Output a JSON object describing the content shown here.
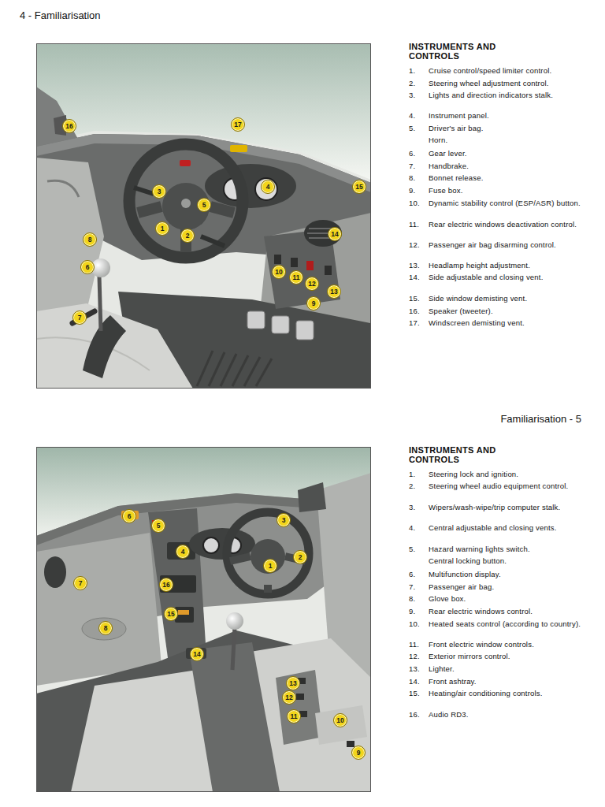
{
  "diagram": {
    "nodes": [
      {
        "text": [
          "16"
        ]
      },
      {
        "text": [
          "17"
        ]
      },
      {
        "text": [
          "3"
        ]
      },
      {
        "text": [
          "4"
        ]
      },
      {
        "text": [
          "15"
        ]
      },
      {
        "text": [
          "5"
        ]
      },
      {
        "text": [
          "1"
        ]
      },
      {
        "text": [
          "2"
        ]
      },
      {
        "text": [
          "8"
        ]
      },
      {
        "text": [
          "14"
        ]
      },
      {
        "text": [
          "6"
        ]
      },
      {
        "text": [
          "10"
        ]
      },
      {
        "text": [
          "11"
        ]
      },
      {
        "text": [
          "12"
        ]
      },
      {
        "text": [
          "13"
        ]
      },
      {
        "text": [
          "9"
        ]
      },
      {
        "text": [
          "7"
        ]
      },
      {
        "text": [
          "6"
        ]
      },
      {
        "text": [
          "3"
        ]
      },
      {
        "text": [
          "5"
        ]
      },
      {
        "text": [
          "4"
        ]
      },
      {
        "text": [
          "2"
        ]
      },
      {
        "text": [
          "1"
        ]
      },
      {
        "text": [
          "7"
        ]
      },
      {
        "text": [
          "16"
        ]
      },
      {
        "text": [
          "15"
        ]
      },
      {
        "text": [
          "8"
        ]
      },
      {
        "text": [
          "14"
        ]
      },
      {
        "text": [
          "13"
        ]
      },
      {
        "text": [
          "12"
        ]
      },
      {
        "text": [
          "11"
        ]
      },
      {
        "text": [
          "10"
        ]
      },
      {
        "text": [
          "9"
        ]
      }
    ],
    "labels": [
      "4 - Familiarisation",
      "INSTRUMENTS AND CONTROLS",
      "1.",
      "Cruise control/speed limiter control.",
      "2.",
      "Steering wheel adjustment control.",
      "3.",
      "Lights and direction indicators stalk.",
      "4.",
      "Instrument panel.",
      "5.",
      "Driver's air bag.",
      "Horn.",
      "6.",
      "Gear lever.",
      "7.",
      "Handbrake.",
      "8.",
      "Bonnet release.",
      "9.",
      "Fuse box.",
      "10.",
      "Dynamic stability control (ESP/ASR) button.",
      "11.",
      "Rear electric windows deactivation control.",
      "12.",
      "Passenger air bag disarming control.",
      "13.",
      "Headlamp height adjustment.",
      "14.",
      "Side adjustable and closing vent.",
      "15.",
      "Side window demisting vent.",
      "16.",
      "Speaker (tweeter).",
      "17.",
      "Windscreen demisting vent.",
      "Familiarisation - 5",
      "INSTRUMENTS AND CONTROLS",
      "1.",
      "Steering lock and ignition.",
      "2.",
      "Steering wheel audio equipment control.",
      "3.",
      "Wipers/wash-wipe/trip computer stalk.",
      "4.",
      "Central adjustable and closing vents.",
      "5.",
      "Hazard warning lights switch.",
      "Central locking button.",
      "6.",
      "Multifunction display.",
      "7.",
      "Passenger air bag.",
      "8.",
      "Glove box.",
      "9.",
      "Rear electric windows control.",
      "10.",
      "Heated seats control (according to country).",
      "11.",
      "Front electric window controls.",
      "12.",
      "Exterior mirrors control.",
      "13.",
      "Lighter.",
      "14.",
      "Front ashtray.",
      "15.",
      "Heating/air conditioning controls.",
      "16.",
      "Audio RD3."
    ]
  }
}
